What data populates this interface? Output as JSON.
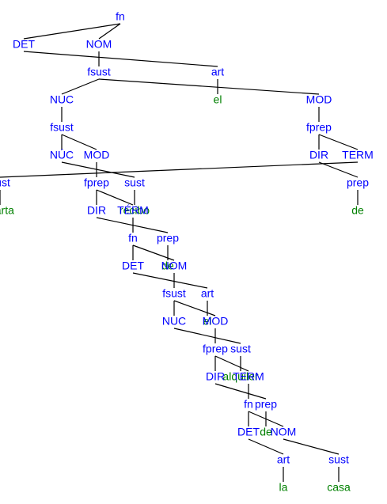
{
  "colors": {
    "category": "#0000ff",
    "word": "#008000",
    "edge": "#000000"
  },
  "tree": {
    "label": "fn",
    "kind": "category",
    "children": [
      {
        "label": "DET",
        "kind": "category",
        "children": [
          {
            "label": "art",
            "kind": "category",
            "children": [
              {
                "label": "el",
                "kind": "word"
              }
            ]
          }
        ]
      },
      {
        "label": "NOM",
        "kind": "category",
        "children": [
          {
            "label": "fsust",
            "kind": "category",
            "children": [
              {
                "label": "NUC",
                "kind": "category",
                "children": [
                  {
                    "label": "fsust",
                    "kind": "category",
                    "children": [
                      {
                        "label": "NÚC",
                        "kind": "category",
                        "children": [
                          {
                            "label": "sust",
                            "kind": "category",
                            "children": [
                              {
                                "label": "recibo",
                                "kind": "word"
                              }
                            ]
                          }
                        ]
                      },
                      {
                        "label": "MOD",
                        "kind": "category",
                        "children": [
                          {
                            "label": "fprep",
                            "kind": "category",
                            "children": [
                              {
                                "label": "DIR",
                                "kind": "category",
                                "children": [
                                  {
                                    "label": "prep",
                                    "kind": "category",
                                    "children": [
                                      {
                                        "label": "de",
                                        "kind": "word"
                                      }
                                    ]
                                  }
                                ]
                              },
                              {
                                "label": "TÉRM",
                                "kind": "category",
                                "children": [
                                  {
                                    "label": "fn",
                                    "kind": "category",
                                    "children": [
                                      {
                                        "label": "DET",
                                        "kind": "category",
                                        "children": [
                                          {
                                            "label": "art",
                                            "kind": "category",
                                            "children": [
                                              {
                                                "label": "el",
                                                "kind": "word"
                                              }
                                            ]
                                          }
                                        ]
                                      },
                                      {
                                        "label": "NOM",
                                        "kind": "category",
                                        "children": [
                                          {
                                            "label": "fsust",
                                            "kind": "category",
                                            "children": [
                                              {
                                                "label": "NUC",
                                                "kind": "category",
                                                "children": [
                                                  {
                                                    "label": "sust",
                                                    "kind": "category",
                                                    "children": [
                                                      {
                                                        "label": "alquiler",
                                                        "kind": "word"
                                                      }
                                                    ]
                                                  }
                                                ]
                                              },
                                              {
                                                "label": "MOD",
                                                "kind": "category",
                                                "children": [
                                                  {
                                                    "label": "fprep",
                                                    "kind": "category",
                                                    "children": [
                                                      {
                                                        "label": "DIR",
                                                        "kind": "category",
                                                        "children": [
                                                          {
                                                            "label": "prep",
                                                            "kind": "category",
                                                            "children": [
                                                              {
                                                                "label": "de",
                                                                "kind": "word"
                                                              }
                                                            ]
                                                          }
                                                        ]
                                                      },
                                                      {
                                                        "label": "TERM",
                                                        "kind": "category",
                                                        "children": [
                                                          {
                                                            "label": "fn",
                                                            "kind": "category",
                                                            "children": [
                                                              {
                                                                "label": "DET",
                                                                "kind": "category",
                                                                "children": [
                                                                  {
                                                                    "label": "art",
                                                                    "kind": "category",
                                                                    "children": [
                                                                      {
                                                                        "label": "la",
                                                                        "kind": "word"
                                                                      }
                                                                    ]
                                                                  }
                                                                ]
                                                              },
                                                              {
                                                                "label": "NOM",
                                                                "kind": "category",
                                                                "children": [
                                                                  {
                                                                    "label": "sust",
                                                                    "kind": "category",
                                                                    "children": [
                                                                      {
                                                                        "label": "casa",
                                                                        "kind": "word"
                                                                      }
                                                                    ]
                                                                  }
                                                                ]
                                                              }
                                                            ]
                                                          }
                                                        ]
                                                      }
                                                    ]
                                                  }
                                                ]
                                              }
                                            ]
                                          }
                                        ]
                                      }
                                    ]
                                  }
                                ]
                              }
                            ]
                          }
                        ]
                      }
                    ]
                  }
                ]
              },
              {
                "label": "MOD",
                "kind": "category",
                "children": [
                  {
                    "label": "fprep",
                    "kind": "category",
                    "children": [
                      {
                        "label": "DIR",
                        "kind": "category",
                        "children": [
                          {
                            "label": "prep",
                            "kind": "category",
                            "children": [
                              {
                                "label": "de",
                                "kind": "word"
                              }
                            ]
                          }
                        ]
                      },
                      {
                        "label": "TERM",
                        "kind": "category",
                        "children": [
                          {
                            "label": "sust",
                            "kind": "category",
                            "children": [
                              {
                                "label": "Marta",
                                "kind": "word"
                              }
                            ]
                          }
                        ]
                      }
                    ]
                  }
                ]
              }
            ]
          }
        ]
      }
    ]
  }
}
